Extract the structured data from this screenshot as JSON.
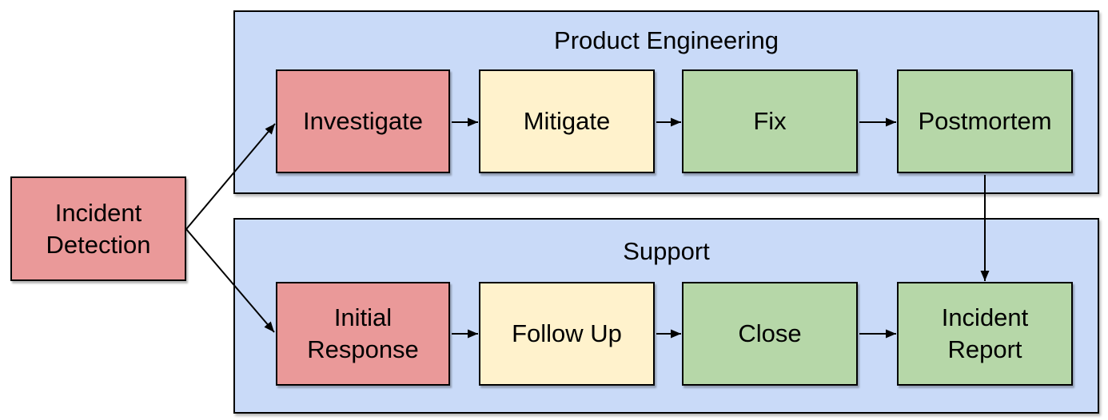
{
  "diagram": {
    "start": {
      "label": "Incident\nDetection",
      "fill": "red"
    },
    "lanes": [
      {
        "title": "Product Engineering",
        "nodes": [
          {
            "label": "Investigate",
            "fill": "red"
          },
          {
            "label": "Mitigate",
            "fill": "yellow"
          },
          {
            "label": "Fix",
            "fill": "green"
          },
          {
            "label": "Postmortem",
            "fill": "green"
          }
        ]
      },
      {
        "title": "Support",
        "nodes": [
          {
            "label": "Initial\nResponse",
            "fill": "red"
          },
          {
            "label": "Follow Up",
            "fill": "yellow"
          },
          {
            "label": "Close",
            "fill": "green"
          },
          {
            "label": "Incident\nReport",
            "fill": "green"
          }
        ]
      }
    ],
    "edges": [
      {
        "from": "Incident Detection",
        "to": "Investigate"
      },
      {
        "from": "Incident Detection",
        "to": "Initial Response"
      },
      {
        "from": "Investigate",
        "to": "Mitigate"
      },
      {
        "from": "Mitigate",
        "to": "Fix"
      },
      {
        "from": "Fix",
        "to": "Postmortem"
      },
      {
        "from": "Postmortem",
        "to": "Incident Report"
      },
      {
        "from": "Initial Response",
        "to": "Follow Up"
      },
      {
        "from": "Follow Up",
        "to": "Close"
      },
      {
        "from": "Close",
        "to": "Incident Report"
      }
    ]
  },
  "colors": {
    "node_red": "#ea9999",
    "node_yellow": "#fff2cc",
    "node_green": "#b6d7a8",
    "lane_blue": "#c9daf8",
    "stroke": "#000000",
    "text": "#000000",
    "background": "#ffffff"
  }
}
